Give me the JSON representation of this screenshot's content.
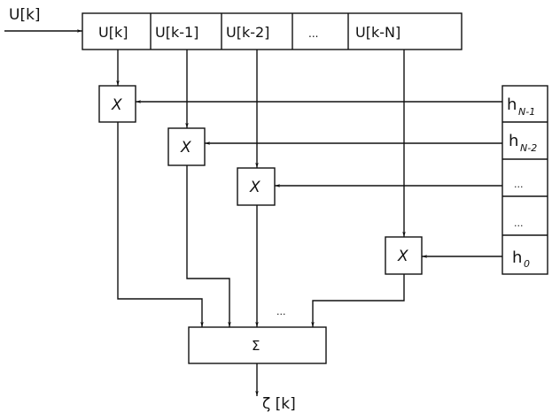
{
  "diagram": {
    "type": "FIR filter (tapped delay line) block diagram",
    "input_label": "U[k]",
    "output_label": "ζ [k]",
    "delay_line": {
      "cells": [
        "U[k]",
        "U[k-1]",
        "U[k-2]",
        "...",
        "U[k-N]"
      ]
    },
    "coefficients": {
      "cells": [
        {
          "base": "h",
          "sub": "N-1"
        },
        {
          "base": "h",
          "sub": "N-2"
        },
        {
          "base": "...",
          "sub": ""
        },
        {
          "base": "...",
          "sub": ""
        },
        {
          "base": "h",
          "sub": "0"
        }
      ]
    },
    "multipliers": [
      "X",
      "X",
      "X",
      "X"
    ],
    "adder": {
      "symbol": "Σ",
      "ellipsis": "..."
    },
    "colors": {
      "stroke": "#111111",
      "background": "#ffffff"
    }
  }
}
